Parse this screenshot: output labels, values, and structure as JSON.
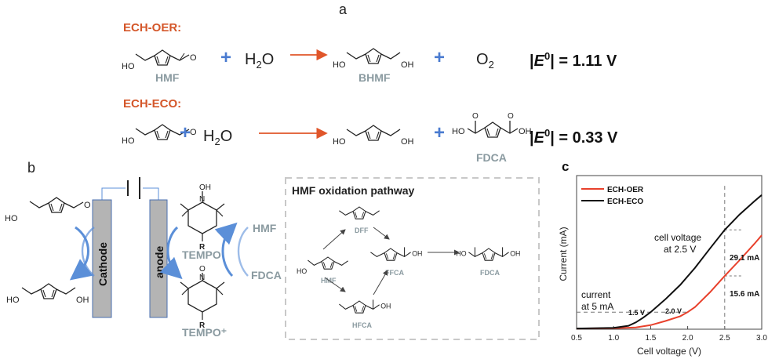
{
  "panel_a": {
    "letter": "a",
    "oer_label": "ECH-OER:",
    "eco_label": "ECH-ECO:",
    "water": "H",
    "water_sub": "2",
    "water_o": "O",
    "oxygen": "O",
    "oxygen_sub": "2",
    "plus": "+",
    "hmf": "HMF",
    "bhmf": "BHMF",
    "fdca": "FDCA",
    "ho": "HO",
    "oh": "OH",
    "e0_oer_prefix": "|",
    "e0_letter": "E",
    "e0_sup": "0",
    "e0_oer_value": "| = 1.11 V",
    "e0_eco_value": "| = 0.33 V",
    "accent_color": "#e0562a",
    "label_color": "#d4572a",
    "plus_color": "#4a7bd0",
    "gray_label": "#8a9aa0"
  },
  "panel_b": {
    "letter": "b",
    "cathode": "Cathode",
    "anode": "anode",
    "tempo": "TEMPO",
    "tempo_plus": "TEMPO⁺",
    "hmf": "HMF",
    "fdca": "FDCA",
    "oh": "OH",
    "o_dot": "O",
    "n": "N",
    "r": "R",
    "pathway_title": "HMF oxidation pathway",
    "dff": "DFF",
    "ffca": "FFCA",
    "hfca": "HFCA",
    "hmf_small": "HMF",
    "fdca_small": "FDCA"
  },
  "panel_c": {
    "letter": "c",
    "xlabel": "Cell voltage (V)",
    "ylabel": "Current (mA)",
    "legend_oer": "ECH-OER",
    "legend_eco": "ECH-ECO",
    "ann_cell_voltage_1": "cell voltage",
    "ann_cell_voltage_2": "at 2.5 V",
    "ann_current_1": "current",
    "ann_current_2": "at 5 mA",
    "val_29": "29.1 mA",
    "val_15": "15.6 mA",
    "val_15v": "1.5 V",
    "val_20v": "2.0 V",
    "xticks": [
      "0.5",
      "1.0",
      "1.5",
      "2.0",
      "2.5",
      "3.0"
    ],
    "oer_color": "#e8412c",
    "eco_color": "#111111"
  },
  "chart_data": {
    "type": "line",
    "xlabel": "Cell voltage (V)",
    "ylabel": "Current (mA)",
    "xlim": [
      0.5,
      3.0
    ],
    "ylim": [
      0,
      45
    ],
    "series": [
      {
        "name": "ECH-OER",
        "x": [
          0.5,
          1.0,
          1.3,
          1.5,
          1.7,
          1.9,
          2.0,
          2.1,
          2.3,
          2.5,
          2.7,
          2.9,
          3.0
        ],
        "values": [
          0.2,
          0.3,
          0.5,
          1.2,
          2.4,
          3.8,
          5.0,
          6.5,
          10.8,
          15.6,
          20.2,
          25.0,
          27.5
        ]
      },
      {
        "name": "ECH-ECO",
        "x": [
          0.5,
          1.0,
          1.2,
          1.3,
          1.4,
          1.5,
          1.7,
          1.9,
          2.1,
          2.3,
          2.5,
          2.7,
          2.9,
          3.0
        ],
        "values": [
          0.2,
          0.4,
          1.0,
          2.0,
          3.4,
          5.0,
          8.8,
          13.0,
          18.0,
          23.6,
          29.1,
          33.6,
          37.5,
          39.3
        ]
      }
    ],
    "annotations": [
      "cell voltage at 2.5 V",
      "current at 5 mA",
      "29.1 mA",
      "15.6 mA",
      "1.5 V",
      "2.0 V"
    ]
  }
}
